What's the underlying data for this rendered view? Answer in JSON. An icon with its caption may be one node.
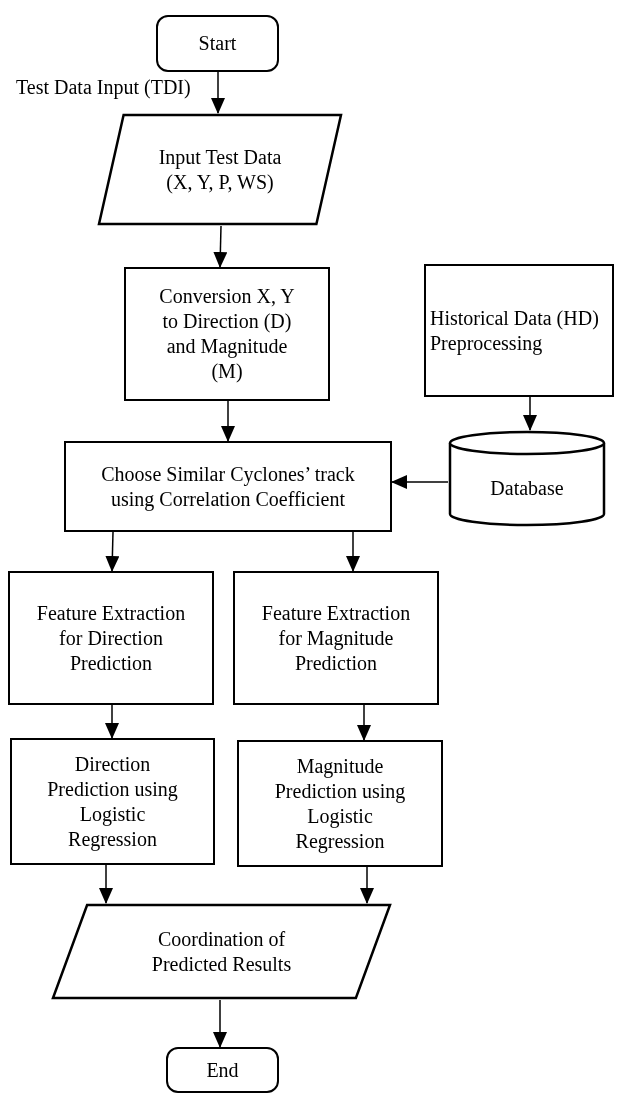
{
  "diagram": {
    "nodes": [
      {
        "text": [
          "Start"
        ]
      },
      {
        "text": [
          "Input Test Data (X, Y, P, WS)"
        ]
      },
      {
        "text": [
          "Conversion X, Y to Direction (D) and Magnitude (M)"
        ]
      },
      {
        "text": [
          "Historical Data (HD) Preprocessing"
        ]
      },
      {
        "text": [
          "Choose Similar Cyclones’ track using Correlation Coefficient"
        ]
      },
      {
        "text": [
          "Database"
        ]
      },
      {
        "text": [
          "Feature Extraction for Direction Prediction"
        ]
      },
      {
        "text": [
          "Feature Extraction for Magnitude Prediction"
        ]
      },
      {
        "text": [
          "Direction Prediction using Logistic Regression"
        ]
      },
      {
        "text": [
          "Magnitude Prediction using Logistic Regression"
        ]
      },
      {
        "text": [
          "Coordination of Predicted Results"
        ]
      },
      {
        "text": [
          "End"
        ]
      }
    ],
    "edges": [
      {
        "from": 0,
        "to": 1,
        "arrow": "to",
        "label": "Test Data Input (TDI)"
      },
      {
        "from": 1,
        "to": 2,
        "arrow": "to"
      },
      {
        "from": 2,
        "to": 4,
        "arrow": "to"
      },
      {
        "from": 3,
        "to": 5,
        "arrow": "to"
      },
      {
        "from": 5,
        "to": 4,
        "arrow": "to"
      },
      {
        "from": 4,
        "to": 6,
        "arrow": "to"
      },
      {
        "from": 4,
        "to": 7,
        "arrow": "to"
      },
      {
        "from": 6,
        "to": 8,
        "arrow": "to"
      },
      {
        "from": 7,
        "to": 9,
        "arrow": "to"
      },
      {
        "from": 8,
        "to": 10,
        "arrow": "to"
      },
      {
        "from": 9,
        "to": 10,
        "arrow": "to"
      },
      {
        "from": 10,
        "to": 11,
        "arrow": "to"
      }
    ]
  }
}
